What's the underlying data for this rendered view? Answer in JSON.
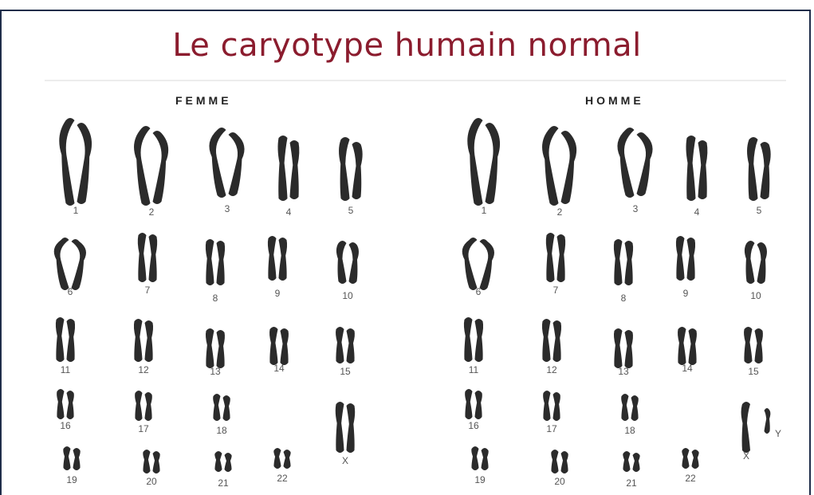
{
  "title": "Le caryotype humain normal",
  "panels": [
    {
      "label": "FEMME",
      "chromosomes": [
        "1",
        "2",
        "3",
        "4",
        "5",
        "6",
        "7",
        "8",
        "9",
        "10",
        "11",
        "12",
        "13",
        "14",
        "15",
        "16",
        "17",
        "18",
        "X",
        "19",
        "20",
        "21",
        "22"
      ]
    },
    {
      "label": "HOMME",
      "chromosomes": [
        "1",
        "2",
        "3",
        "4",
        "5",
        "6",
        "7",
        "8",
        "9",
        "10",
        "11",
        "12",
        "13",
        "14",
        "15",
        "16",
        "17",
        "18",
        "X",
        "Y",
        "19",
        "20",
        "21",
        "22"
      ]
    }
  ],
  "colors": {
    "title": "#8b1c2e",
    "chromosome": "#2b2b2b",
    "border": "#1f2d4a"
  }
}
